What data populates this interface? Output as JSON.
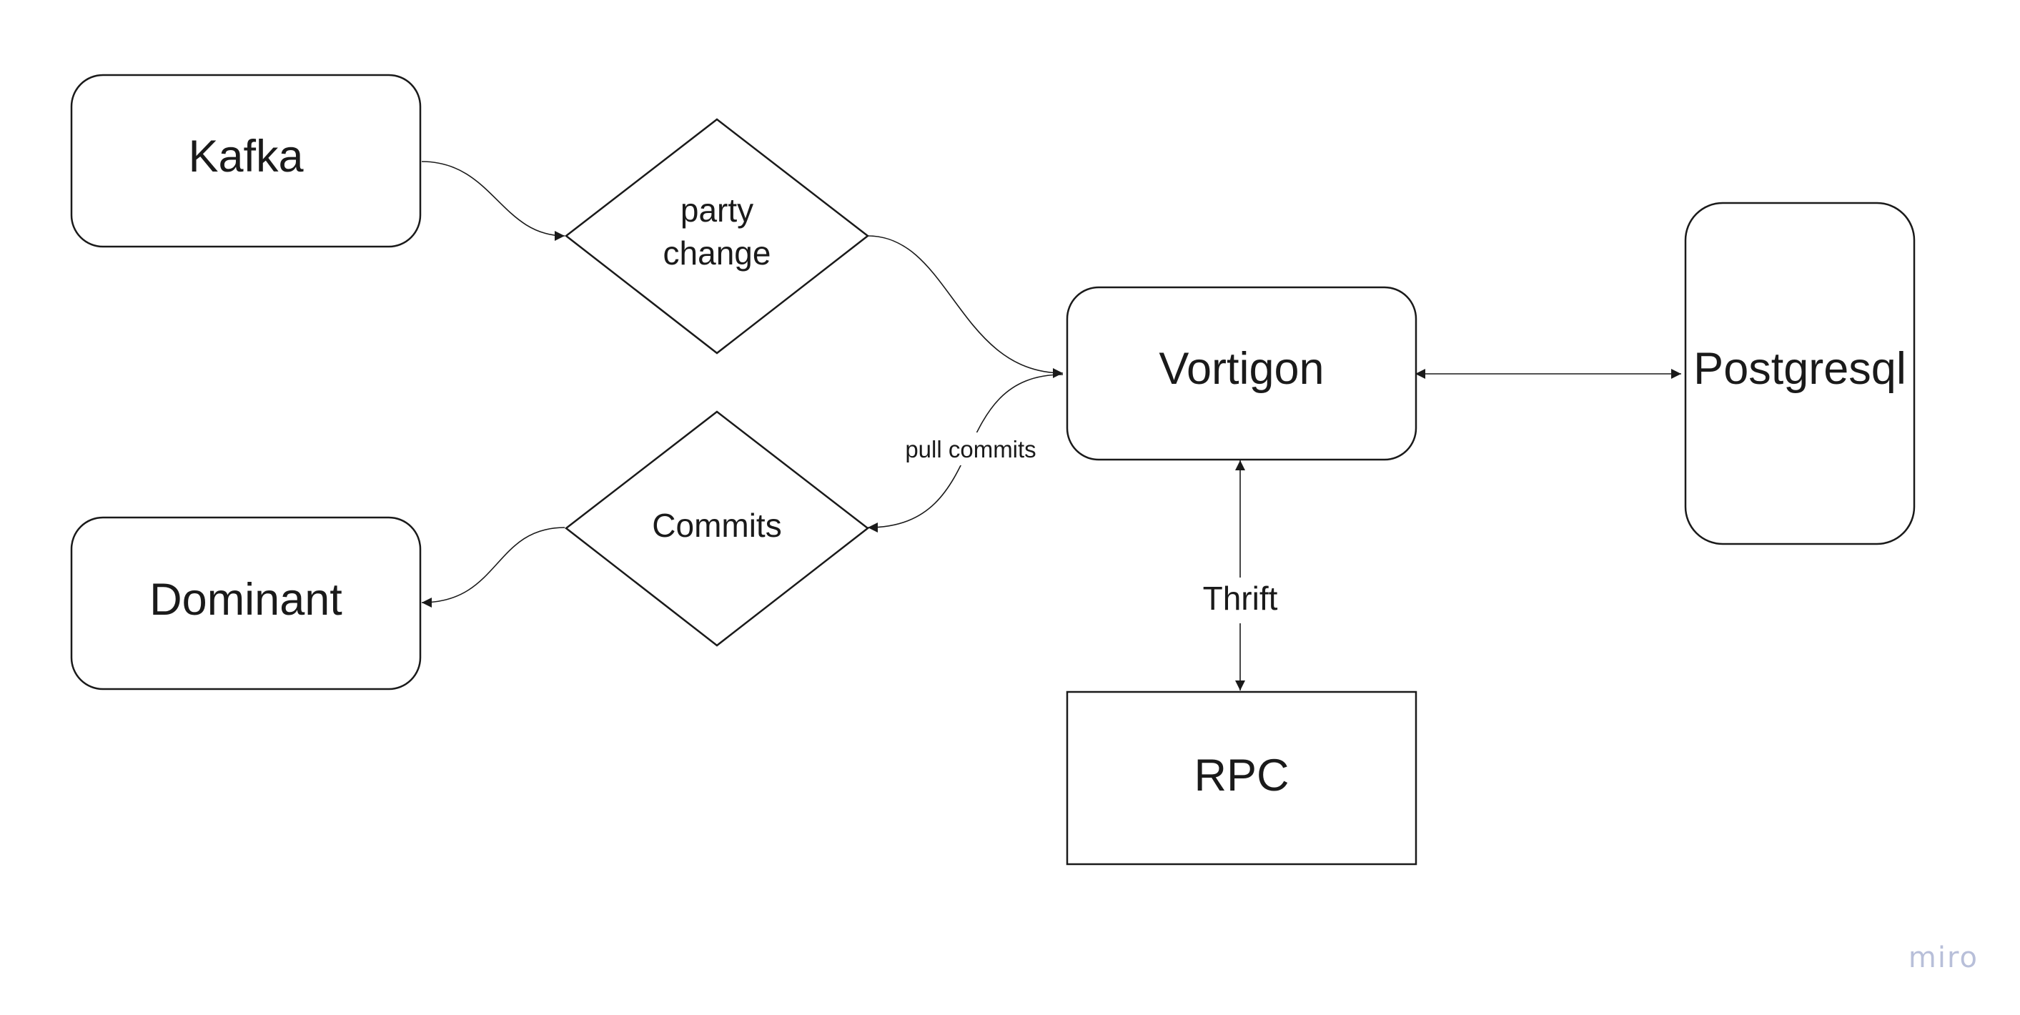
{
  "diagram": {
    "nodes": {
      "kafka": {
        "label": "Kafka"
      },
      "dominant": {
        "label": "Dominant"
      },
      "party_change": {
        "label_lines": [
          "party",
          "change"
        ]
      },
      "commits": {
        "label": "Commits"
      },
      "vortigon": {
        "label": "Vortigon"
      },
      "postgresql": {
        "label": "Postgresql"
      },
      "rpc": {
        "label": "RPC"
      }
    },
    "edges": {
      "kafka_to_party_change": {
        "label": ""
      },
      "party_change_to_vortigon": {
        "label": ""
      },
      "vortigon_to_commits": {
        "label": "pull commits"
      },
      "commits_to_dominant": {
        "label": ""
      },
      "vortigon_postgresql": {
        "label": ""
      },
      "vortigon_rpc": {
        "label": "Thrift"
      }
    }
  },
  "watermark": {
    "text": "miro",
    "color": "#b8bfd9"
  },
  "colors": {
    "stroke": "#1a1a1a",
    "background": "#ffffff"
  }
}
